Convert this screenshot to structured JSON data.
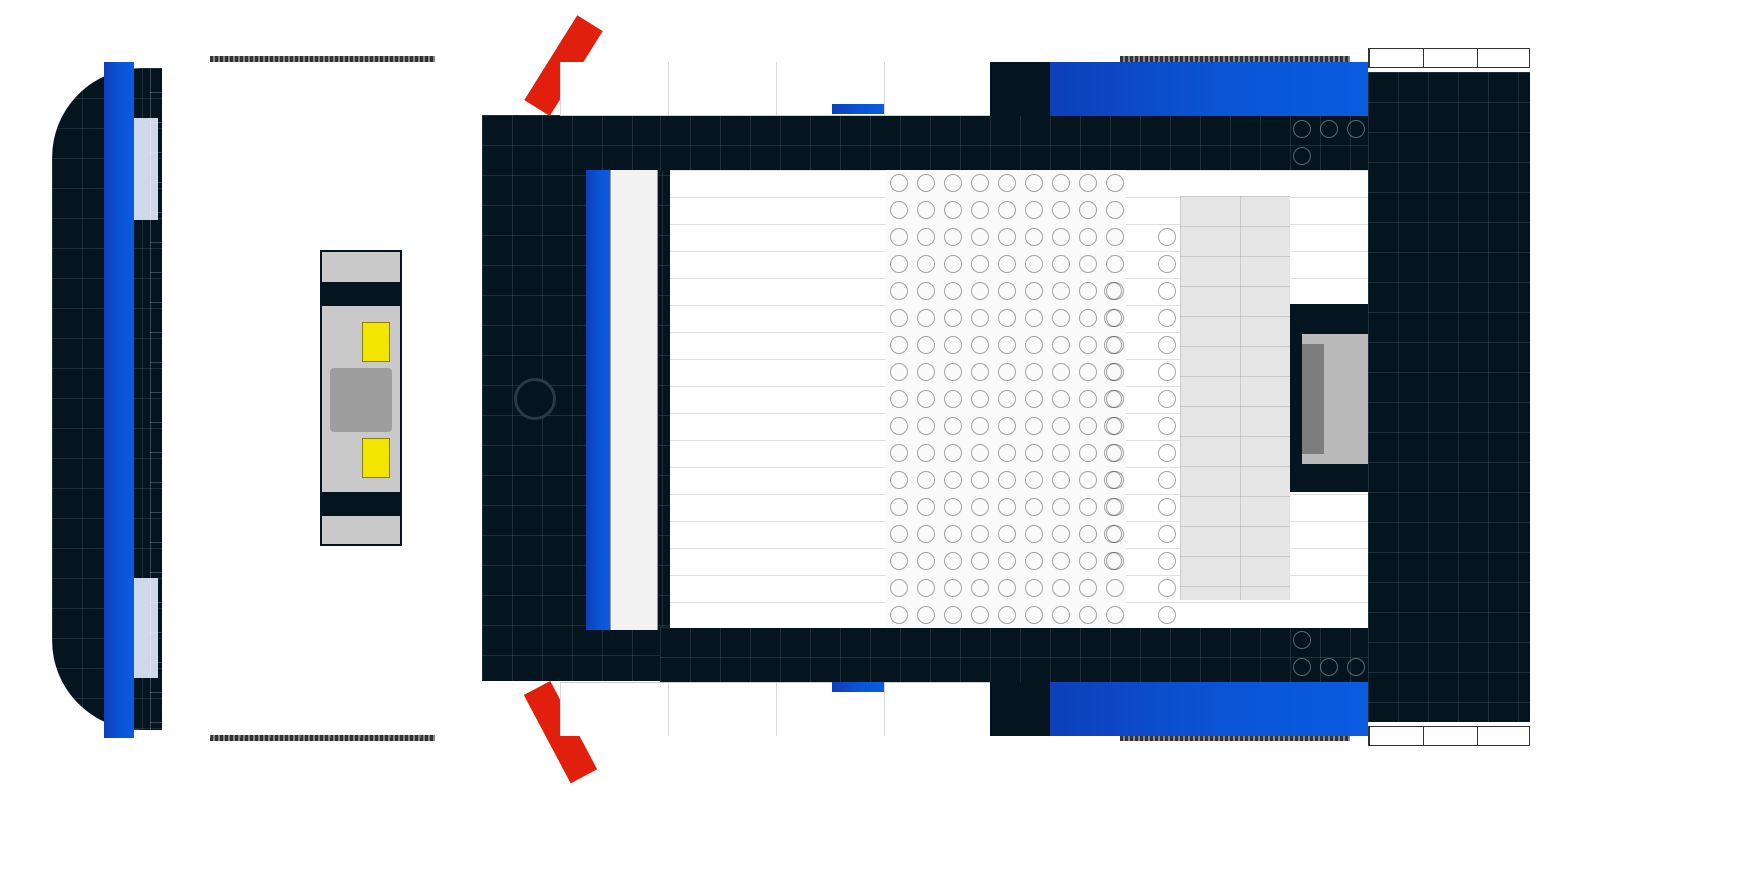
{
  "image": {
    "subject": "lego-vehicle-top-view",
    "colors": {
      "blue": "#0b55d6",
      "dark": "#041520",
      "white": "#ffffff",
      "light_grey": "#e6e6e6",
      "red": "#e0200c",
      "yellow": "#f2e600",
      "medium_grey": "#8a8a8a"
    },
    "parts": [
      "front-hood",
      "cabin-floor",
      "rear-bumper",
      "windshield",
      "side-mirror",
      "center-axle",
      "steering-gear",
      "rear-coupling",
      "wheel-tread"
    ]
  }
}
